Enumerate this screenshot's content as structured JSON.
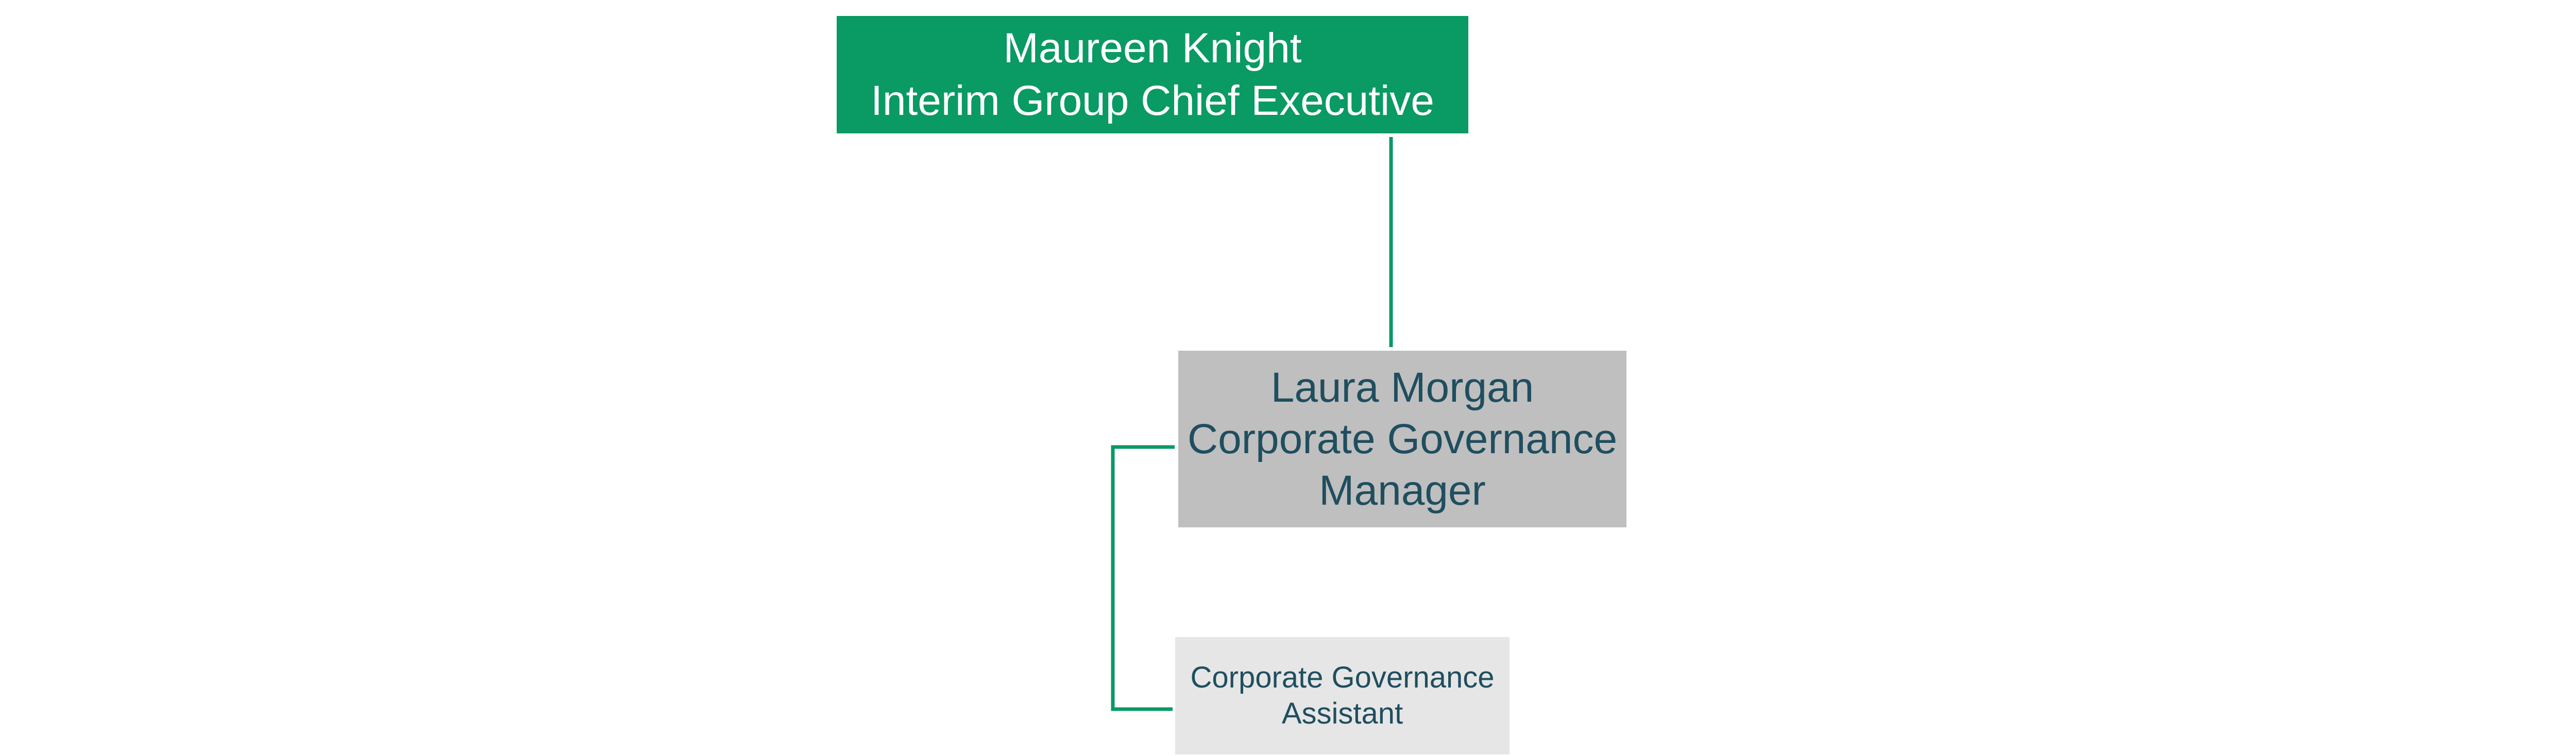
{
  "colors": {
    "ceo_fill": "#0a9a64",
    "manager_fill": "#bfbfbf",
    "assistant_fill": "#e6e6e6",
    "connector": "#0a9a64",
    "text_dark": "#1f4e5f",
    "text_light": "#ffffff"
  },
  "org_chart": {
    "ceo": {
      "name": "Maureen Knight",
      "title": "Interim Group Chief Executive"
    },
    "manager": {
      "name": "Laura Morgan",
      "title_line1": "Corporate Governance",
      "title_line2": "Manager"
    },
    "assistant": {
      "title_line1": "Corporate Governance",
      "title_line2": "Assistant"
    }
  }
}
